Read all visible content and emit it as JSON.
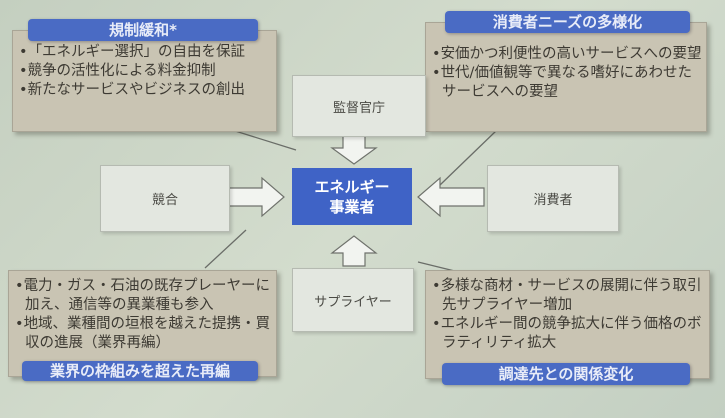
{
  "top_left": {
    "title": "規制緩和*",
    "items": [
      "「エネルギー選択」の自由を保証",
      "競争の活性化による料金抑制",
      "新たなサービスやビジネスの創出"
    ]
  },
  "top_right": {
    "title": "消費者ニーズの多様化",
    "items": [
      "安価かつ利便性の高いサービスへの要望",
      "世代/価値観等で異なる嗜好にあわせたサービスへの要望"
    ]
  },
  "bottom_left": {
    "title": "業界の枠組みを超えた再編",
    "items": [
      "電力・ガス・石油の既存プレーヤーに加え、通信等の異業種も参入",
      "地域、業種間の垣根を越えた提携・買収の進展（業界再編）"
    ]
  },
  "bottom_right": {
    "title": "調達先との関係変化",
    "items": [
      "多様な商材・サービスの展開に伴う取引先サプライヤー増加",
      "エネルギー間の競争拡大に伴う価格のボラティリティ拡大"
    ]
  },
  "nodes": {
    "regulator": "監督官庁",
    "competition": "競合",
    "consumer": "消費者",
    "supplier": "サプライヤー",
    "center_line1": "エネルギー",
    "center_line2": "事業者"
  }
}
